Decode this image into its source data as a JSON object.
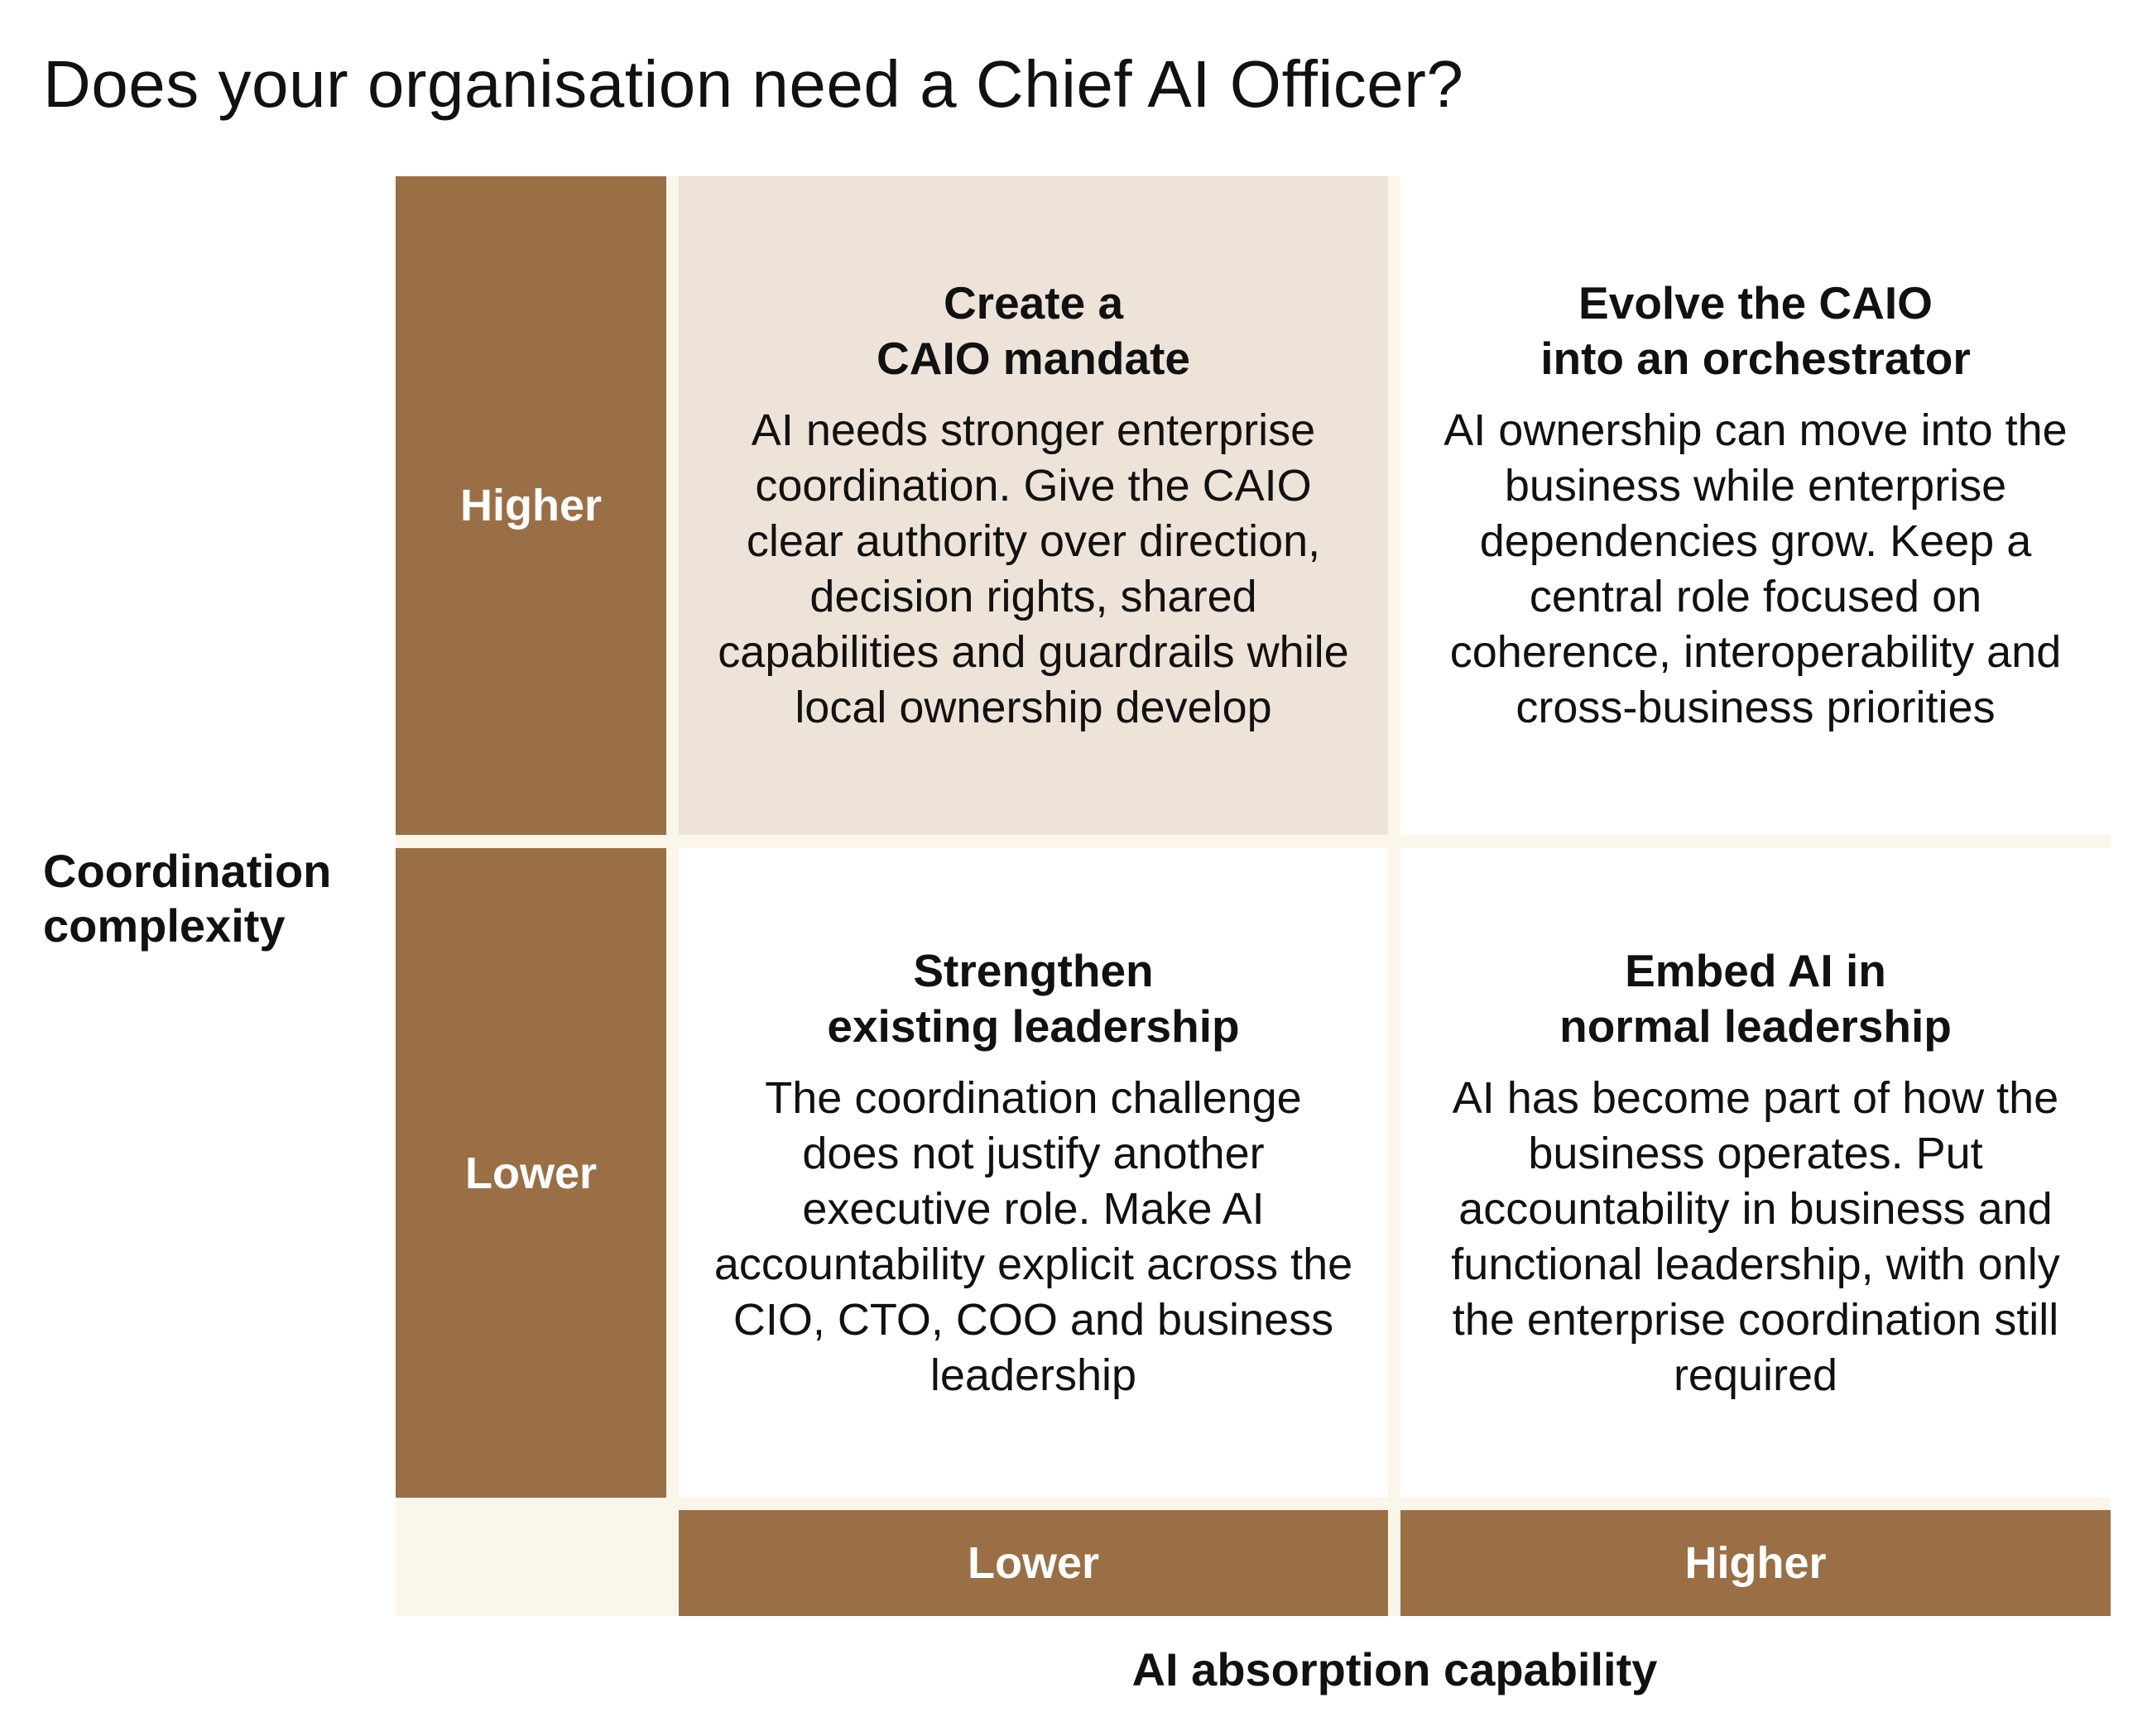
{
  "title": "Does your organisation need a Chief AI Officer?",
  "y_axis": {
    "label_line1": "Coordination",
    "label_line2": "complexity",
    "levels": [
      "Higher",
      "Lower"
    ]
  },
  "x_axis": {
    "label": "AI absorption capability",
    "levels": [
      "Lower",
      "Higher"
    ]
  },
  "quadrants": {
    "top_left": {
      "heading": "Create a\nCAIO mandate",
      "body": "AI needs stronger enterprise coordination. Give the CAIO clear authority over direction, decision rights, shared capabilities and guardrails while local ownership develop"
    },
    "top_right": {
      "heading": "Evolve the CAIO\ninto an orchestrator",
      "body": "AI ownership can move into the business while enterprise dependencies grow. Keep a central role focused on coherence, interoperability and cross-business priorities"
    },
    "bottom_left": {
      "heading": "Strengthen\nexisting leadership",
      "body": "The coordination challenge does not justify another executive role. Make AI accountability explicit across the CIO, CTO, COO and business leadership"
    },
    "bottom_right": {
      "heading": "Embed AI in\nnormal leadership",
      "body": "AI has become part of how the business operates. Put accountability in business and functional leadership, with only the enterprise coordination still required"
    }
  },
  "colors": {
    "band": "#9a6f46",
    "highlight_cell": "#ede3d8",
    "gutter": "#faf6ea",
    "text": "#111111"
  }
}
